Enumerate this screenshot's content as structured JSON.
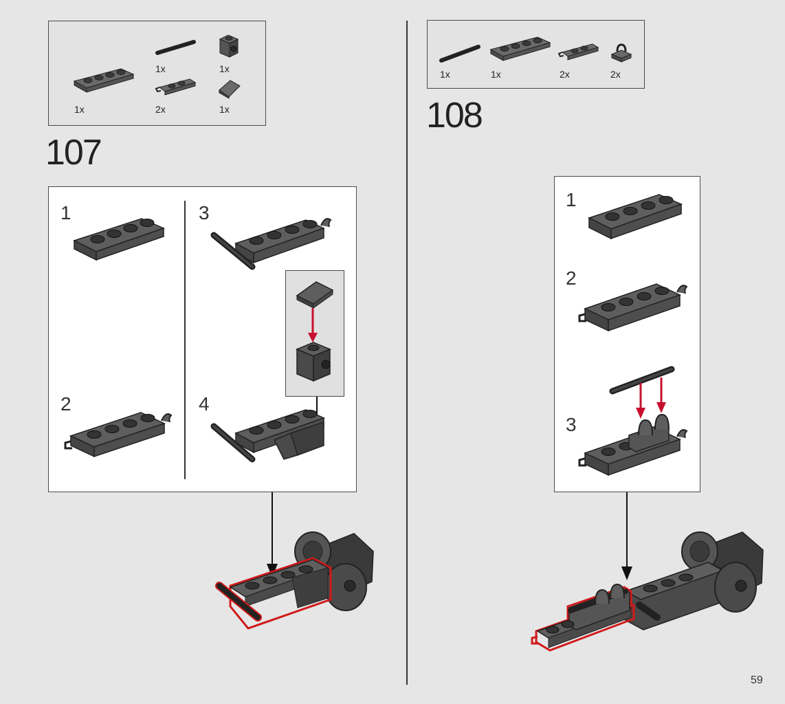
{
  "step107": {
    "number": "107",
    "parts": [
      {
        "part": "plate-1x4",
        "qty": "1x"
      },
      {
        "part": "bar",
        "qty": "1x"
      },
      {
        "part": "plate-clip",
        "qty": "2x"
      },
      {
        "part": "brick-1x1-stud-side",
        "qty": "1x"
      },
      {
        "part": "slope-1x1",
        "qty": "1x"
      }
    ],
    "substeps": [
      "1",
      "2",
      "3",
      "4"
    ]
  },
  "step108": {
    "number": "108",
    "parts": [
      {
        "part": "bar",
        "qty": "1x"
      },
      {
        "part": "plate-1x4",
        "qty": "1x"
      },
      {
        "part": "plate-clip",
        "qty": "2x"
      },
      {
        "part": "clip",
        "qty": "2x"
      }
    ],
    "substeps": [
      "1",
      "2",
      "3"
    ]
  },
  "page_number": "59",
  "colors": {
    "brick": "#5a5a5a",
    "brick_dark": "#3a3a3a",
    "highlight": "#d01a1a",
    "arrow": "#c8102e"
  }
}
